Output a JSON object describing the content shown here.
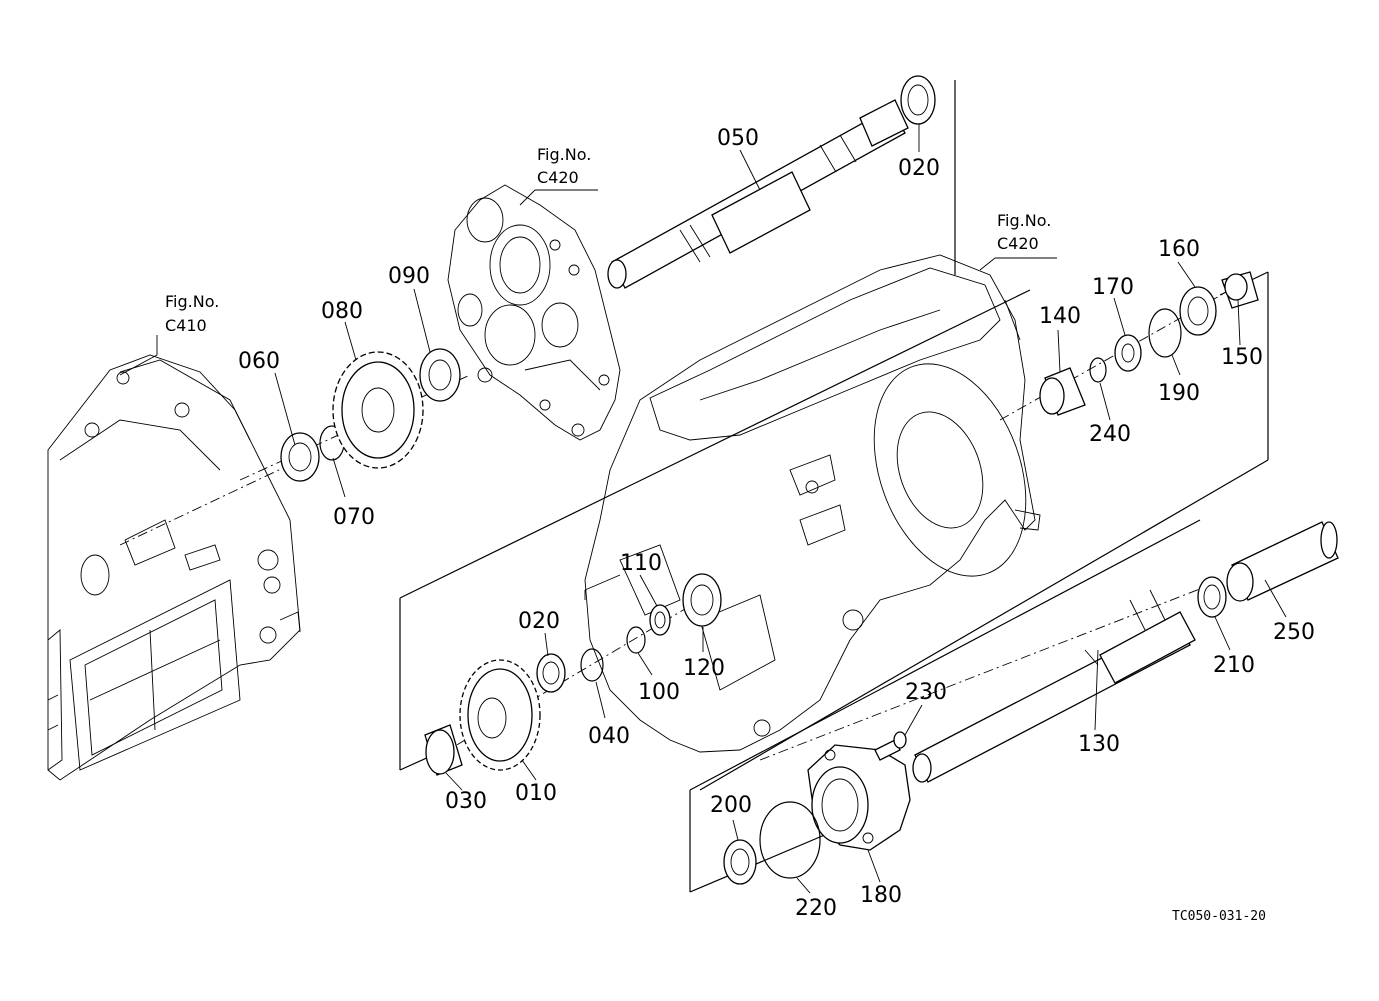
{
  "diagram": {
    "references": [
      {
        "line1": "Fig.No.",
        "line2": "C410"
      },
      {
        "line1": "Fig.No.",
        "line2": "C420"
      },
      {
        "line1": "Fig.No.",
        "line2": "C420"
      }
    ],
    "part_numbers": {
      "p010": "010",
      "p020a": "020",
      "p020b": "020",
      "p030": "030",
      "p040": "040",
      "p050": "050",
      "p060": "060",
      "p070": "070",
      "p080": "080",
      "p090": "090",
      "p100": "100",
      "p110": "110",
      "p120": "120",
      "p130": "130",
      "p140": "140",
      "p150": "150",
      "p160": "160",
      "p170": "170",
      "p180": "180",
      "p190": "190",
      "p200": "200",
      "p210": "210",
      "p220": "220",
      "p230": "230",
      "p240": "240",
      "p250": "250"
    },
    "drawing_code": "TC050-031-20"
  }
}
